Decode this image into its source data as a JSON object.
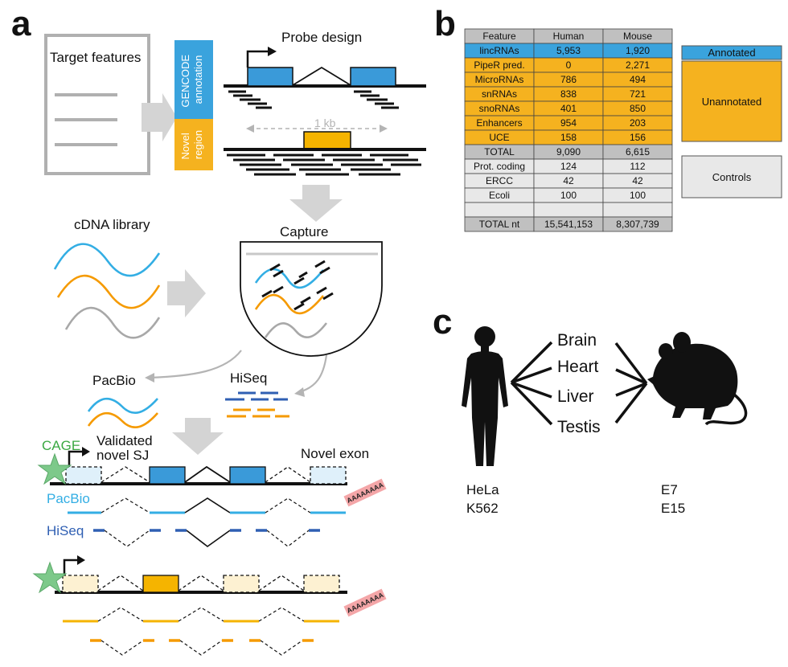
{
  "panels": {
    "a": "a",
    "b": "b",
    "c": "c"
  },
  "panel_a": {
    "target_features": "Target features",
    "probe_design": "Probe design",
    "gencode_label": "GENCODE annotation",
    "novel_region_label": "Novel region",
    "kb_label": "1 kb",
    "cdna_library": "cDNA library",
    "capture": "Capture",
    "pacbio": "PacBio",
    "hiseq": "HiSeq",
    "cage": "CAGE",
    "validated_novel_sj": [
      "Validated",
      "novel SJ"
    ],
    "novel_exon": "Novel exon",
    "pacbio_track": "PacBio",
    "hiseq_track": "HiSeq",
    "polya": "AAAAAAAA",
    "colors": {
      "blue_exon": "#3a9ad9",
      "orange_exon": "#f5b400",
      "pacbio_blue": "#33aee4",
      "hiseq_blue": "#2f5fb3",
      "orange_read": "#f59a00",
      "gencode_box": "#3aa3dd",
      "novel_box": "#f5b21f",
      "cage_star": "#7dc98a",
      "polya_box": "#f4a6a8"
    }
  },
  "panel_b": {
    "headers": [
      "Feature",
      "Human",
      "Mouse"
    ],
    "rows": [
      {
        "feature": "lincRNAs",
        "human": "5,953",
        "mouse": "1,920",
        "group": "annotated"
      },
      {
        "feature": "PipeR pred.",
        "human": "0",
        "mouse": "2,271",
        "group": "unannotated"
      },
      {
        "feature": "MicroRNAs",
        "human": "786",
        "mouse": "494",
        "group": "unannotated"
      },
      {
        "feature": "snRNAs",
        "human": "838",
        "mouse": "721",
        "group": "unannotated"
      },
      {
        "feature": "snoRNAs",
        "human": "401",
        "mouse": "850",
        "group": "unannotated"
      },
      {
        "feature": "Enhancers",
        "human": "954",
        "mouse": "203",
        "group": "unannotated"
      },
      {
        "feature": "UCE",
        "human": "158",
        "mouse": "156",
        "group": "unannotated"
      },
      {
        "feature": "TOTAL",
        "human": "9,090",
        "mouse": "6,615",
        "group": "total"
      },
      {
        "feature": "Prot. coding",
        "human": "124",
        "mouse": "112",
        "group": "control"
      },
      {
        "feature": "ERCC",
        "human": "42",
        "mouse": "42",
        "group": "control"
      },
      {
        "feature": "Ecoli",
        "human": "100",
        "mouse": "100",
        "group": "control"
      },
      {
        "feature": "",
        "human": "",
        "mouse": "",
        "group": "control"
      },
      {
        "feature": "TOTAL nt",
        "human": "15,541,153",
        "mouse": "8,307,739",
        "group": "total"
      }
    ],
    "legend": {
      "annotated": "Annotated",
      "unannotated": "Unannotated",
      "controls": "Controls"
    },
    "colors": {
      "annotated": "#3aa3dd",
      "unannotated": "#f5b21f",
      "total": "#c0c0c0",
      "control": "#e8e8e8"
    }
  },
  "panel_c": {
    "organs": [
      "Brain",
      "Heart",
      "Liver",
      "Testis"
    ],
    "human_cells": [
      "HeLa",
      "K562"
    ],
    "mouse_stages": [
      "E7",
      "E15"
    ]
  }
}
